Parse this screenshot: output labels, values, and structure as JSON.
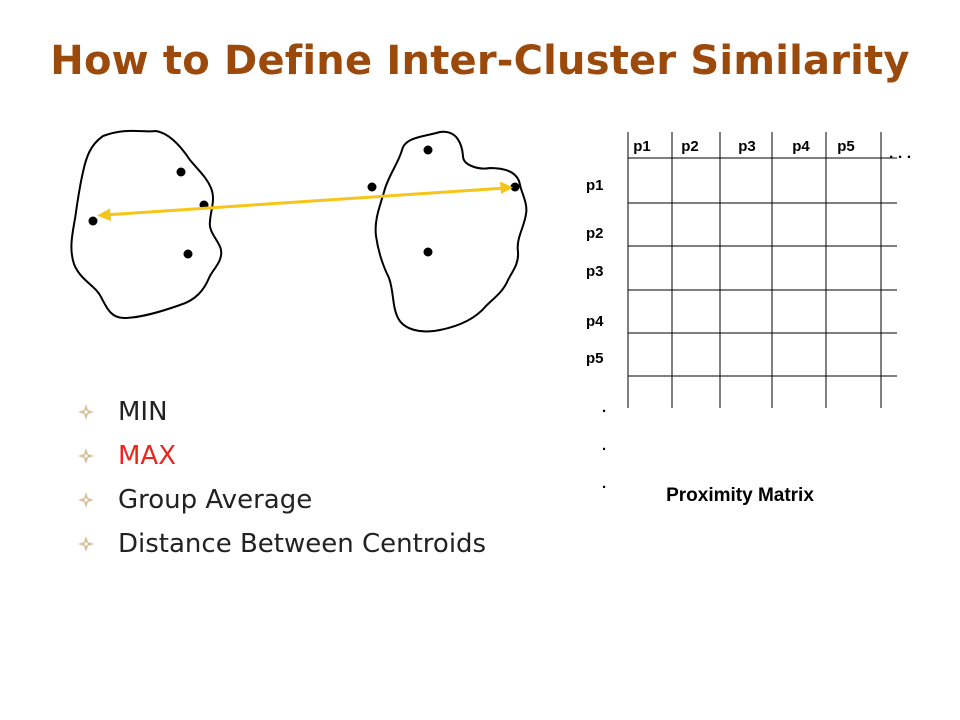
{
  "slide": {
    "title": "How to Define Inter-Cluster Similarity"
  },
  "bullets": [
    {
      "label": "MIN",
      "highlight": false
    },
    {
      "label": "MAX",
      "highlight": true
    },
    {
      "label": "Group Average",
      "highlight": false
    },
    {
      "label": "Distance Between Centroids",
      "highlight": false
    }
  ],
  "matrix": {
    "column_labels": [
      "p1",
      "p2",
      "p3",
      "p4",
      "p5"
    ],
    "row_labels": [
      "p1",
      "p2",
      "p3",
      "p4",
      "p5"
    ],
    "column_ellipsis": ". . .",
    "row_ellipsis": [
      ".",
      ".",
      "."
    ],
    "caption": "Proximity Matrix"
  },
  "colors": {
    "title": "#9c4a0c",
    "highlight": "#e8281f",
    "arrow": "#f5c518",
    "bullet_mark": "#d8c098"
  },
  "icons": {
    "bullet": "four-point-star-icon"
  }
}
